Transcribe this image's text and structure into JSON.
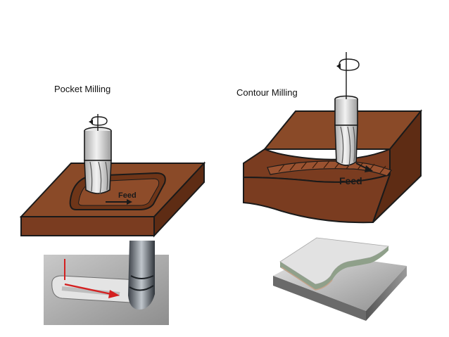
{
  "captions": {
    "left": "Pocket Milling",
    "right": "Contour Milling"
  },
  "diagrams": {
    "pocket_feed_label": "Feed",
    "contour_feed_label": "Feed"
  },
  "colors": {
    "workpiece_top": "#8a4a28",
    "workpiece_front": "#7a3c20",
    "workpiece_side": "#5e2c14",
    "outline": "#1a1a1a",
    "tool": "#d8d8d8",
    "photo_metal": "#9a9a9a",
    "photo_arrow": "#d42020"
  },
  "icons": {
    "rotation": "rotation-arrow-icon",
    "feed": "feed-arrow-icon"
  }
}
